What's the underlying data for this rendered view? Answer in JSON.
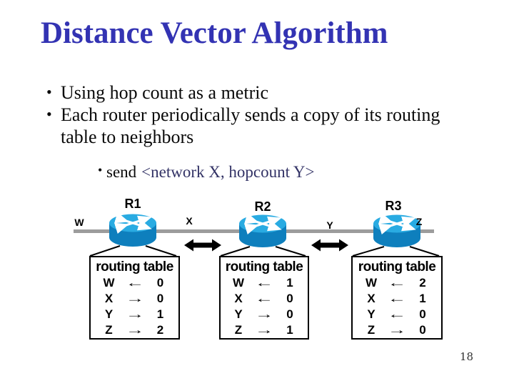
{
  "slide": {
    "title": "Distance Vector Algorithm",
    "page_number": "18"
  },
  "bullets": [
    {
      "lines": [
        "Using hop count as a metric"
      ]
    },
    {
      "lines": [
        "Each router periodically sends a copy of its routing",
        "table to neighbors"
      ]
    }
  ],
  "sub_bullet": {
    "send": "send",
    "payload": "<network X, hopcount Y>"
  },
  "diagram": {
    "routers": [
      {
        "label": "R1"
      },
      {
        "label": "R2"
      },
      {
        "label": "R3"
      }
    ],
    "networks": [
      {
        "label": "W"
      },
      {
        "label": "X"
      },
      {
        "label": "Y"
      },
      {
        "label": "Z"
      }
    ],
    "tables": [
      {
        "title": "routing table",
        "rows": [
          [
            "W",
            "←",
            "0"
          ],
          [
            "X",
            "→",
            "0"
          ],
          [
            "Y",
            "→",
            "1"
          ],
          [
            "Z",
            "→",
            "2"
          ]
        ]
      },
      {
        "title": "routing table",
        "rows": [
          [
            "W",
            "←",
            "1"
          ],
          [
            "X",
            "←",
            "0"
          ],
          [
            "Y",
            "→",
            "0"
          ],
          [
            "Z",
            "→",
            "1"
          ]
        ]
      },
      {
        "title": "routing table",
        "rows": [
          [
            "W",
            "←",
            "2"
          ],
          [
            "X",
            "←",
            "1"
          ],
          [
            "Y",
            "←",
            "0"
          ],
          [
            "Z",
            "→",
            "0"
          ]
        ]
      }
    ]
  },
  "colors": {
    "title_blue": "#3333B3",
    "payload_navy": "#333366",
    "router_top_blue": "#29ABE2",
    "router_body_blue": "#0E7FBD",
    "link_gray": "#9C9C9C",
    "arrow_black": "#000000"
  }
}
